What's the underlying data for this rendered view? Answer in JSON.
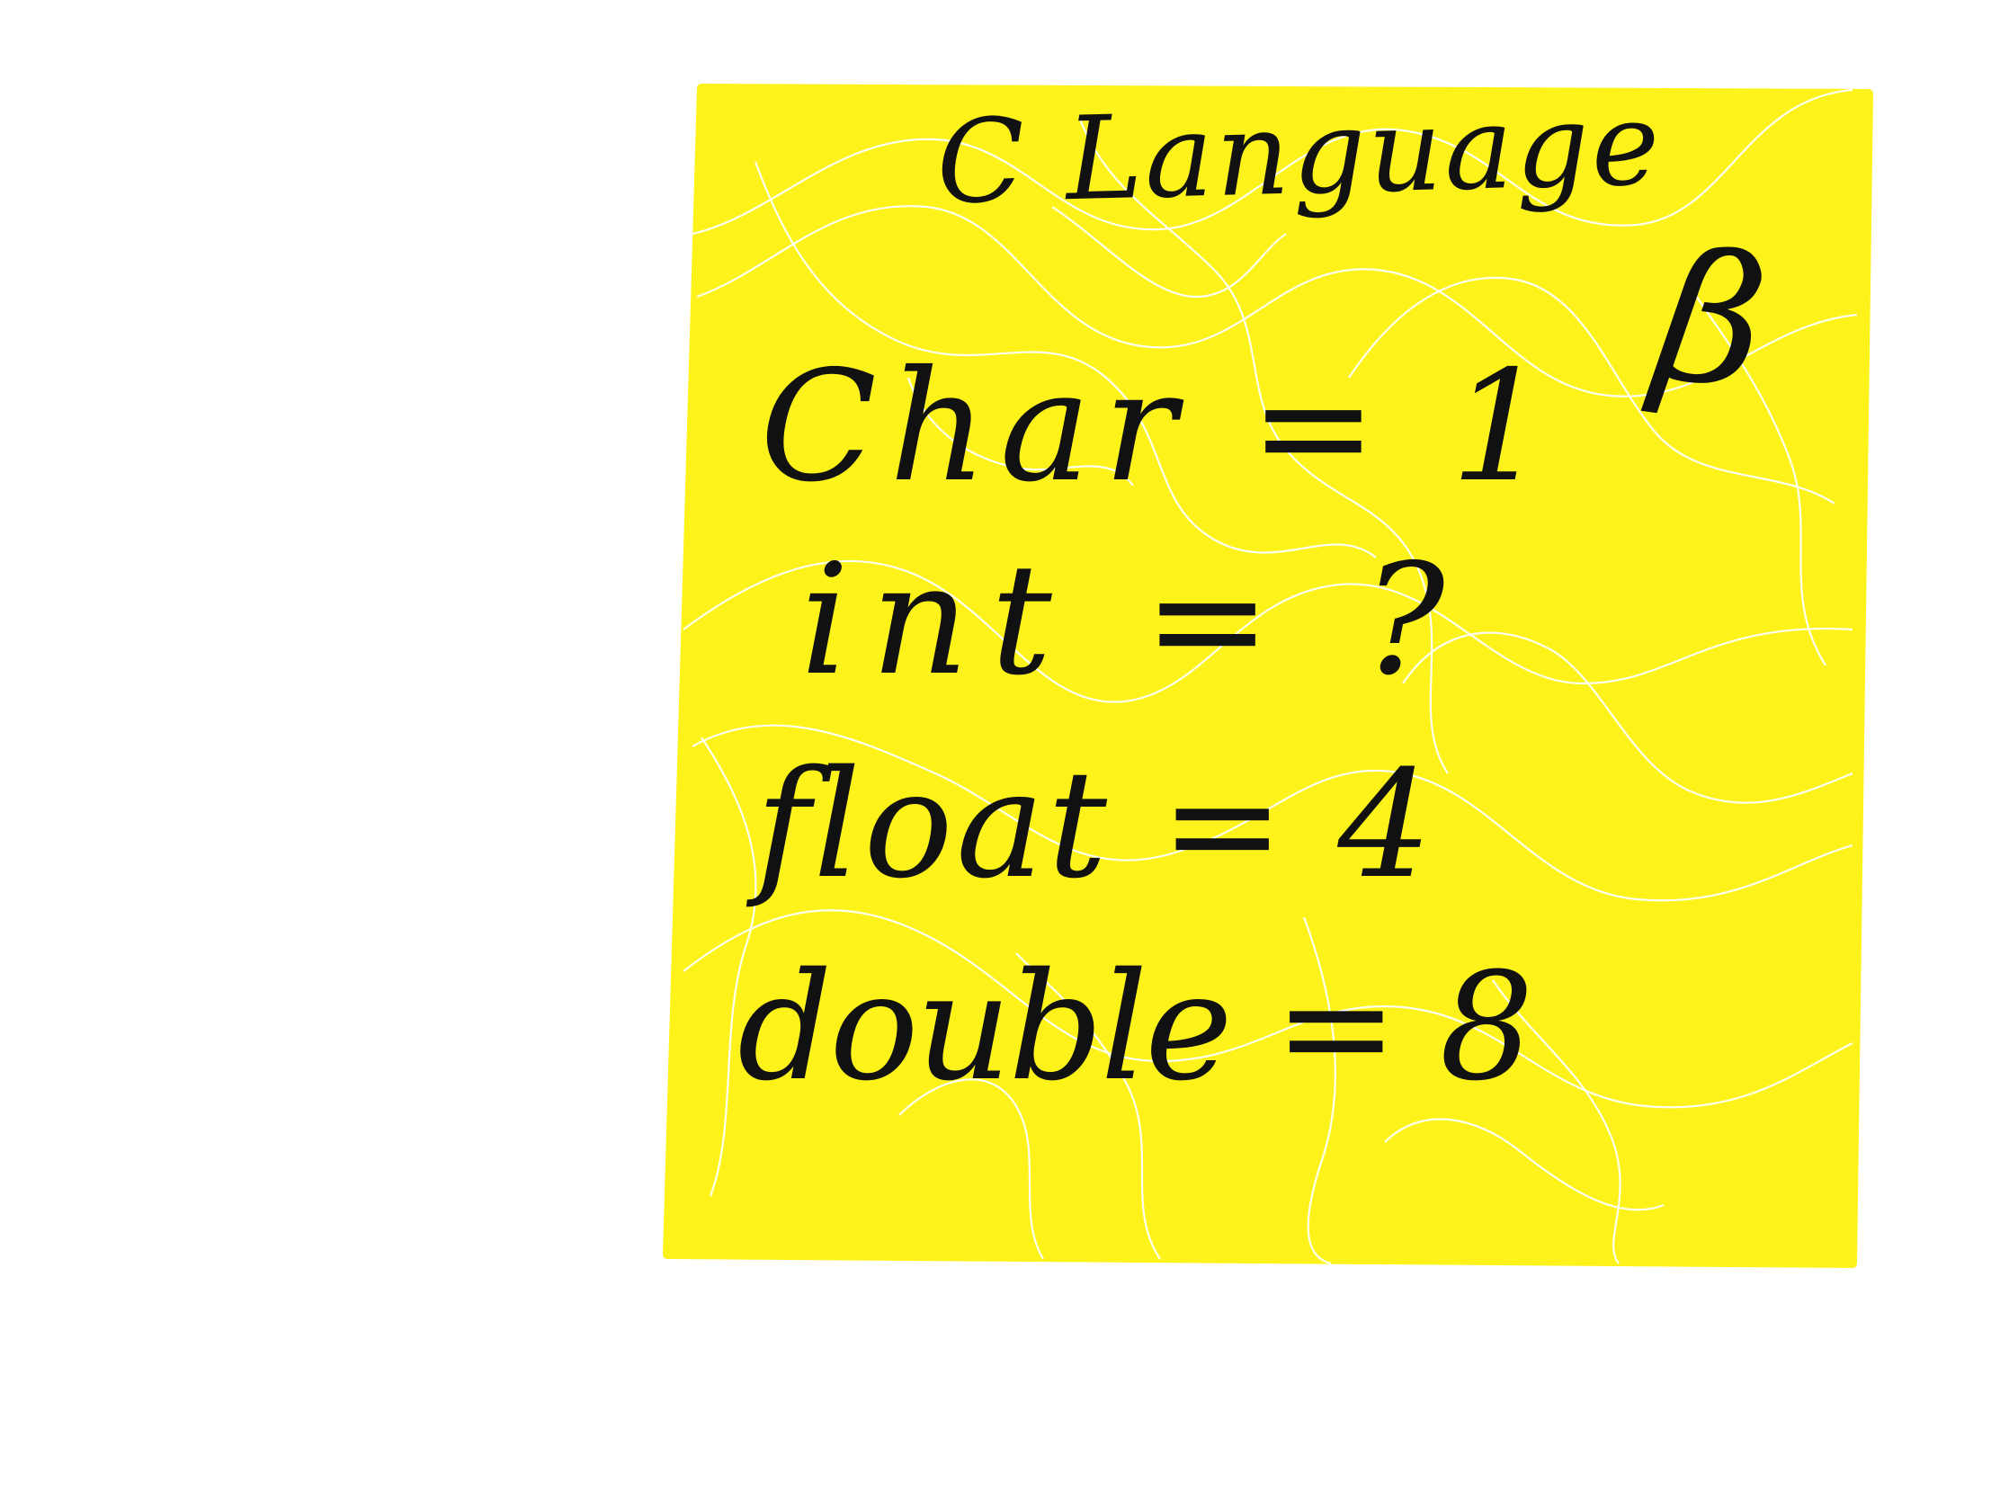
{
  "note": {
    "color": "#fdf31a",
    "scribble_color": "#ffffff",
    "title": "C Language",
    "lines": [
      "Char = 1",
      "int = ?",
      "float = 4",
      "double = 8"
    ],
    "corner_symbol": "β"
  },
  "ink_color": "#111111",
  "background_color": "#ffffff"
}
